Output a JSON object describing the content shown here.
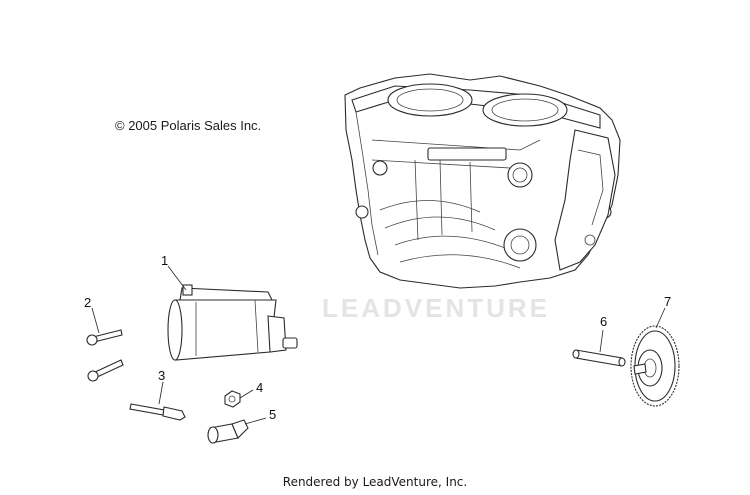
{
  "copyright": "© 2005 Polaris Sales Inc.",
  "footer": "Rendered by LeadVenture, Inc.",
  "watermark": "LEADVENTURE",
  "callouts": [
    "1",
    "2",
    "3",
    "4",
    "5",
    "6",
    "7"
  ],
  "parts": [
    {
      "number": "1",
      "name": "starter-motor"
    },
    {
      "number": "2",
      "name": "bolt"
    },
    {
      "number": "3",
      "name": "cable-lead"
    },
    {
      "number": "4",
      "name": "nut"
    },
    {
      "number": "5",
      "name": "terminal-boot"
    },
    {
      "number": "6",
      "name": "shaft-pin"
    },
    {
      "number": "7",
      "name": "starter-gear"
    }
  ]
}
